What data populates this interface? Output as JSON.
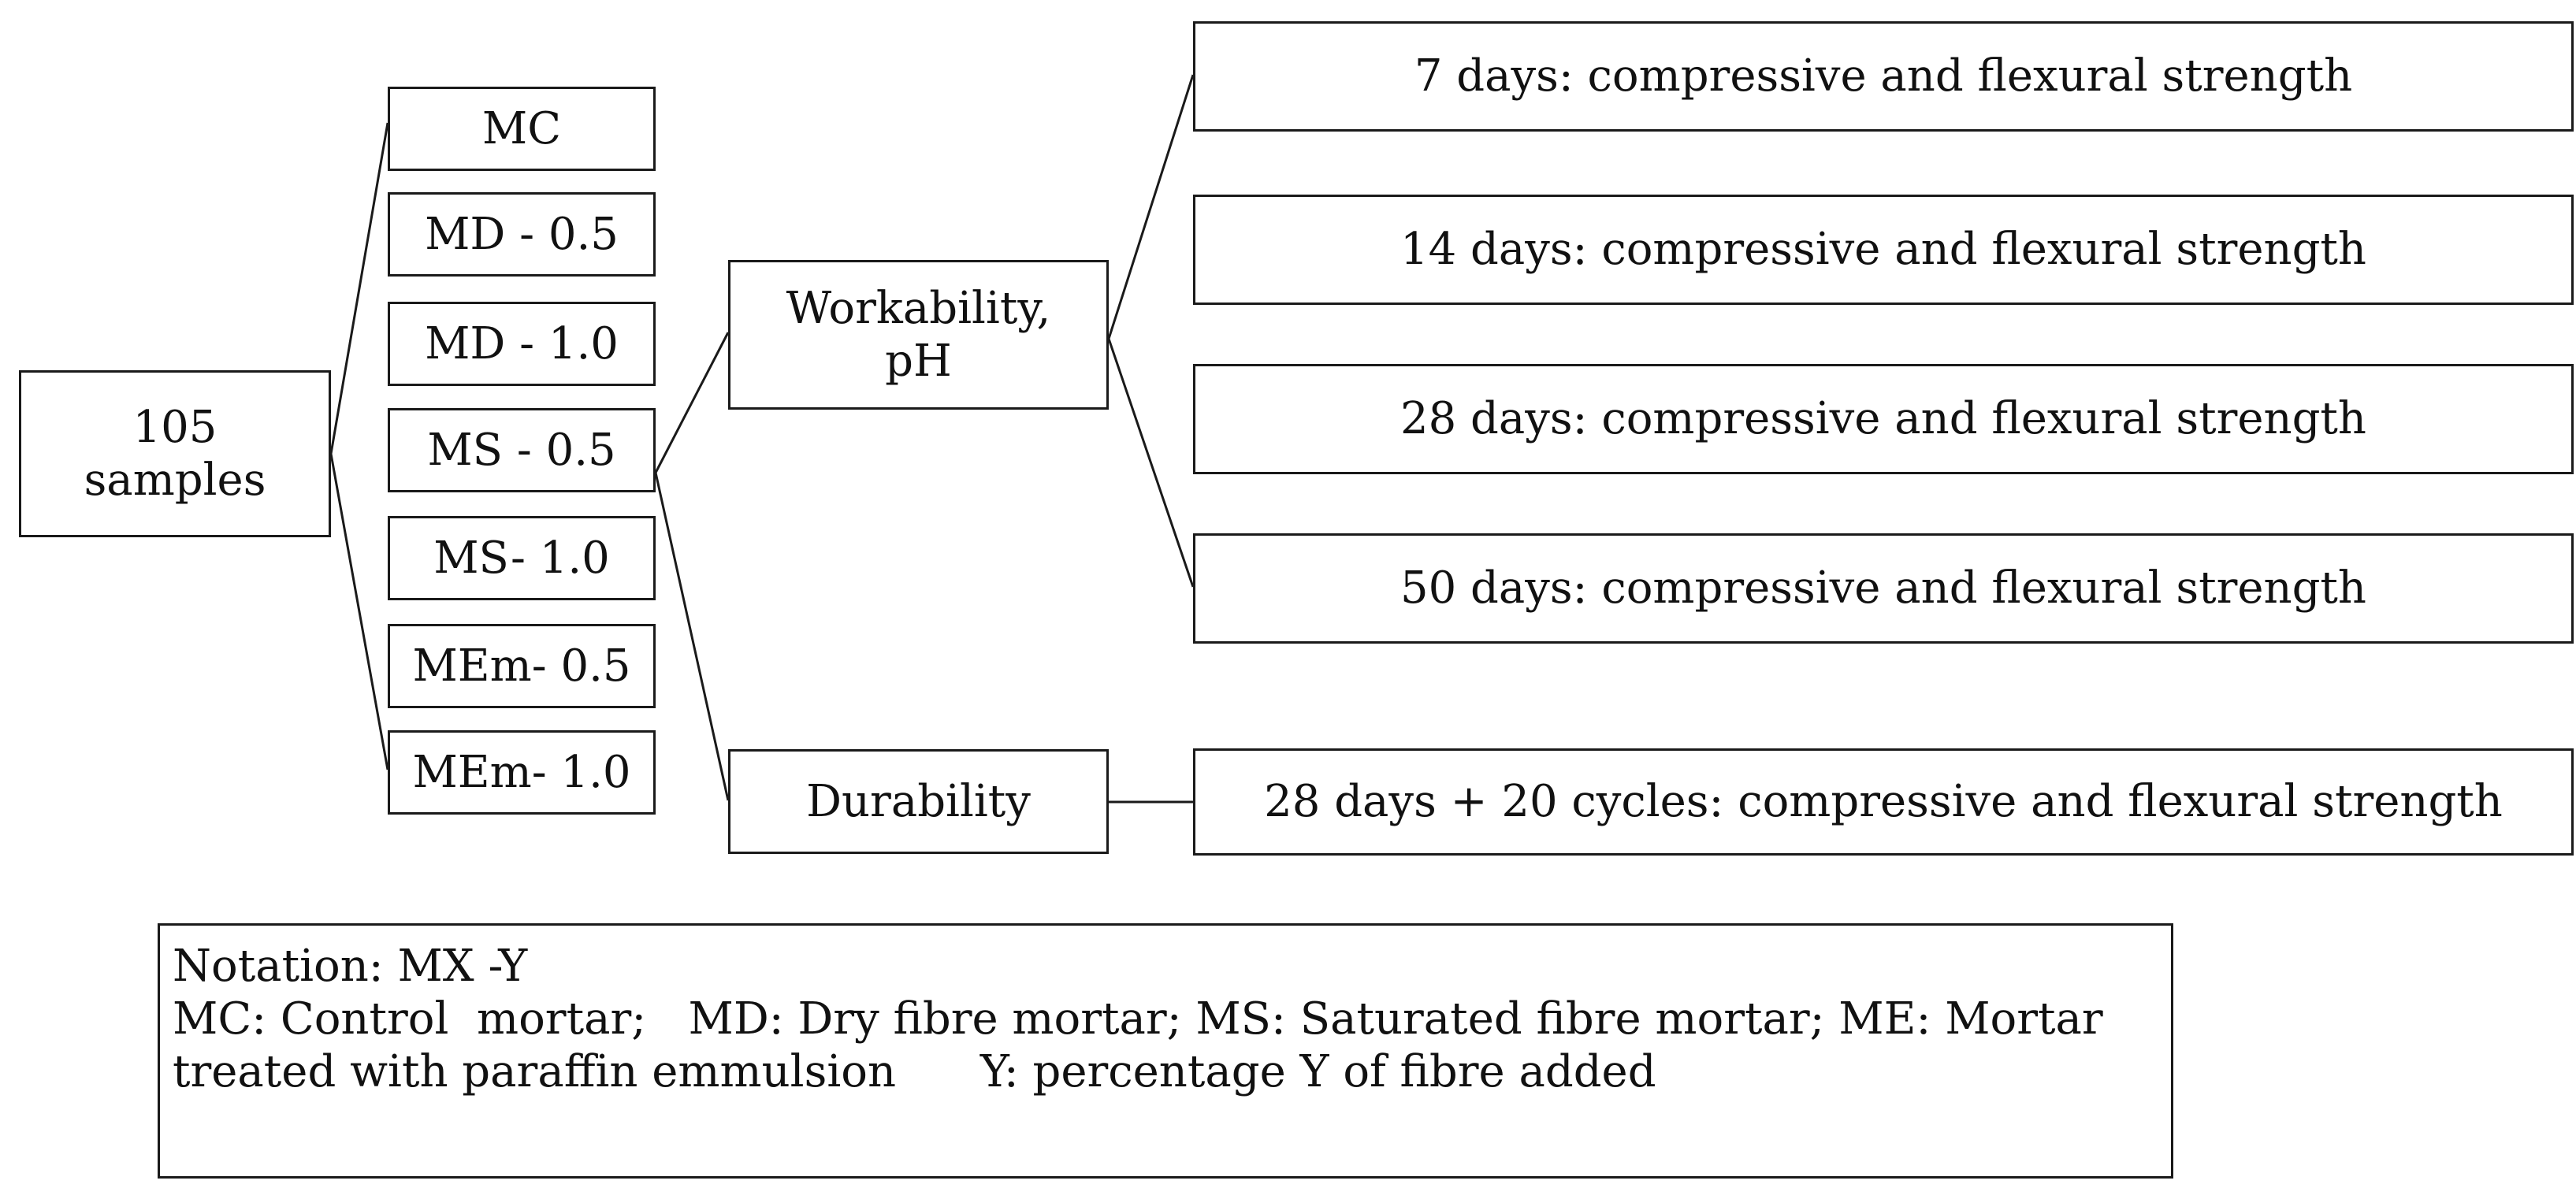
{
  "root": {
    "line1": "105",
    "line2": "samples"
  },
  "mixes": [
    "MC",
    "MD - 0.5",
    "MD - 1.0",
    "MS - 0.5",
    "MS- 1.0",
    "MEm- 0.5",
    "MEm- 1.0"
  ],
  "tests": [
    {
      "line1": "Workability,",
      "line2": "pH"
    },
    {
      "line1": "Durability",
      "line2": ""
    }
  ],
  "strength_tests": [
    "7 days: compressive and flexural strength",
    "14 days: compressive and flexural strength",
    "28 days: compressive and flexural strength",
    "50 days: compressive and flexural strength"
  ],
  "durability_test": "28 days + 20 cycles: compressive and flexural strength",
  "legend": {
    "line1": "Notation: MX -Y",
    "line2": "MC: Control  mortar;   MD: Dry fibre mortar; MS: Saturated fibre mortar; ME: Mortar",
    "line3": "treated with paraffin emmulsion      Y: percentage Y of fibre added"
  }
}
